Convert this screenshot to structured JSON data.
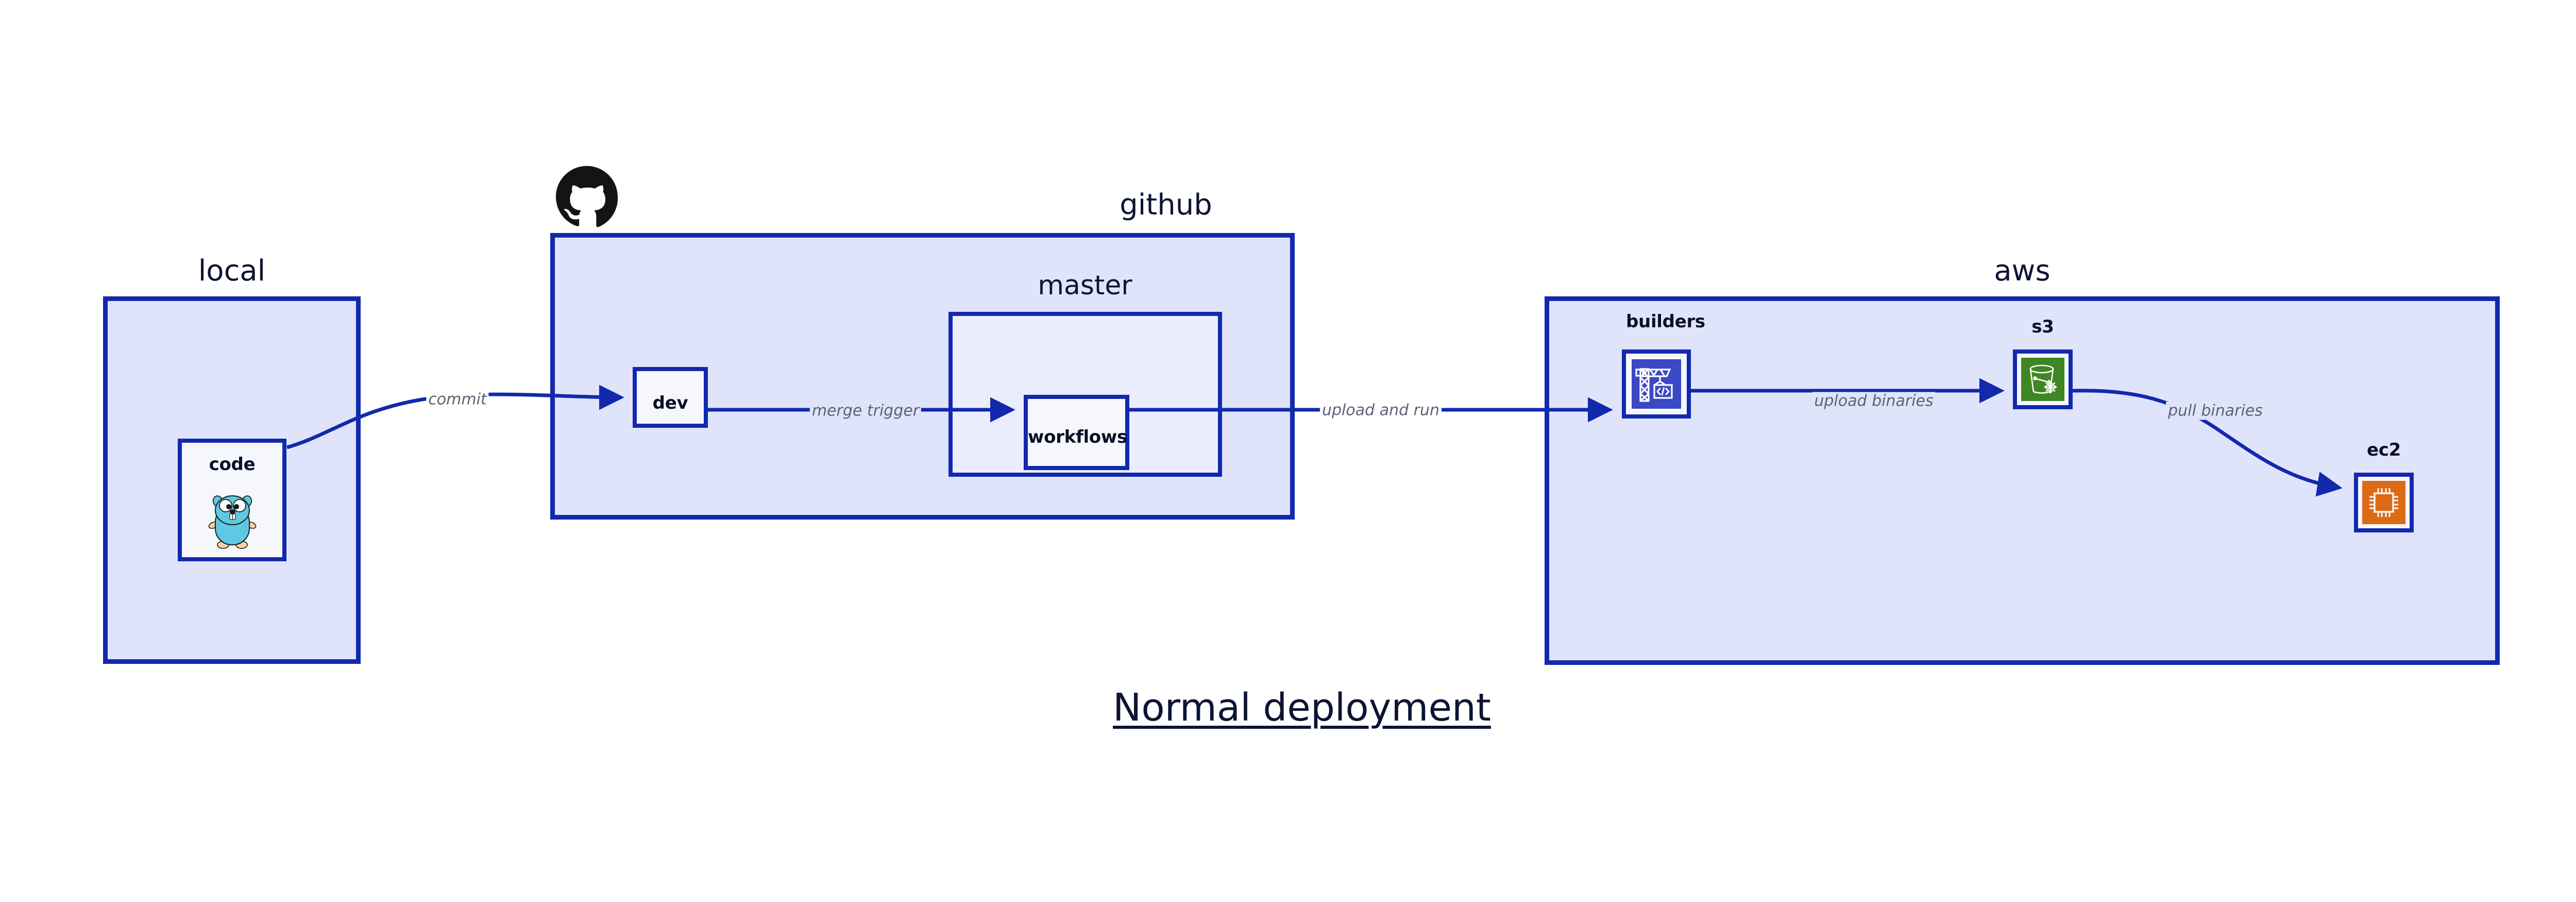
{
  "diagram": {
    "caption": "Normal deployment",
    "colors": {
      "edge": "#1229ad",
      "group_border": "#1229ad",
      "group_fill": "#dfe4fb",
      "subgroup_fill": "#e9edfc",
      "node_fill": "#eaeefb",
      "node_fill_light": "#f5f7fd",
      "label_text": "#0d1333",
      "edge_label_text": "#5e6373",
      "builders_icon": "#3b49c4",
      "s3_icon": "#3f8624",
      "ec2_icon": "#dc6b16",
      "gopher_body": "#5dc9e2",
      "gopher_feet": "#f6d2a2",
      "github_logo": "#151413"
    },
    "groups": [
      {
        "id": "local",
        "label": "local"
      },
      {
        "id": "github",
        "label": "github"
      },
      {
        "id": "master",
        "label": "master"
      },
      {
        "id": "aws",
        "label": "aws"
      }
    ],
    "nodes": [
      {
        "id": "code",
        "label": "code",
        "icon": "go-gopher-icon"
      },
      {
        "id": "dev",
        "label": "dev",
        "icon": "none"
      },
      {
        "id": "workflows",
        "label": "workflows",
        "icon": "none"
      },
      {
        "id": "builders",
        "label": "builders",
        "icon": "crane-code-icon"
      },
      {
        "id": "s3",
        "label": "s3",
        "icon": "s3-bucket-icon"
      },
      {
        "id": "ec2",
        "label": "ec2",
        "icon": "cpu-chip-icon"
      }
    ],
    "edges": [
      {
        "from": "code",
        "to": "dev",
        "label": "commit"
      },
      {
        "from": "dev",
        "to": "workflows",
        "label": "merge trigger"
      },
      {
        "from": "workflows",
        "to": "builders",
        "label": "upload and run"
      },
      {
        "from": "builders",
        "to": "s3",
        "label": "upload binaries"
      },
      {
        "from": "s3",
        "to": "ec2",
        "label": "pull binaries"
      }
    ],
    "logos": [
      {
        "id": "github-logo",
        "name": "github-octocat-icon"
      }
    ]
  }
}
